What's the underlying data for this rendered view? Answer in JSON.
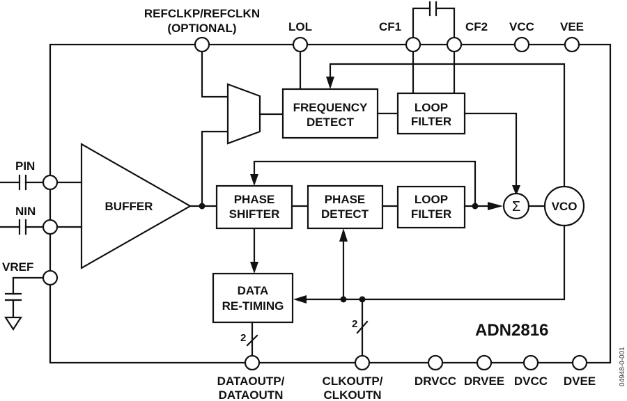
{
  "part_number": "ADN2816",
  "figure_id": "04948-0-001",
  "top_pins": [
    {
      "label": "REFCLKP/REFCLKN",
      "sublabel": "(OPTIONAL)"
    },
    {
      "label": "LOL"
    },
    {
      "label": "CF1"
    },
    {
      "label": "CF2"
    },
    {
      "label": "VCC"
    },
    {
      "label": "VEE"
    }
  ],
  "left_pins": [
    {
      "label": "PIN"
    },
    {
      "label": "NIN"
    },
    {
      "label": "VREF"
    }
  ],
  "bottom_pins": [
    {
      "label": "DATAOUTP/",
      "sublabel": "DATAOUTN"
    },
    {
      "label": "CLKOUTP/",
      "sublabel": "CLKOUTN"
    },
    {
      "label": "DRVCC"
    },
    {
      "label": "DRVEE"
    },
    {
      "label": "DVCC"
    },
    {
      "label": "DVEE"
    }
  ],
  "blocks": {
    "buffer": "BUFFER",
    "frequency_detect": [
      "FREQUENCY",
      "DETECT"
    ],
    "loop_filter_1": [
      "LOOP",
      "FILTER"
    ],
    "phase_shifter": [
      "PHASE",
      "SHIFTER"
    ],
    "phase_detect": [
      "PHASE",
      "DETECT"
    ],
    "loop_filter_2": [
      "LOOP",
      "FILTER"
    ],
    "data_retiming": [
      "DATA",
      "RE-TIMING"
    ],
    "summer": "Σ",
    "vco": "VCO"
  },
  "bus_widths": {
    "data_out": "2",
    "clk_out": "2"
  }
}
